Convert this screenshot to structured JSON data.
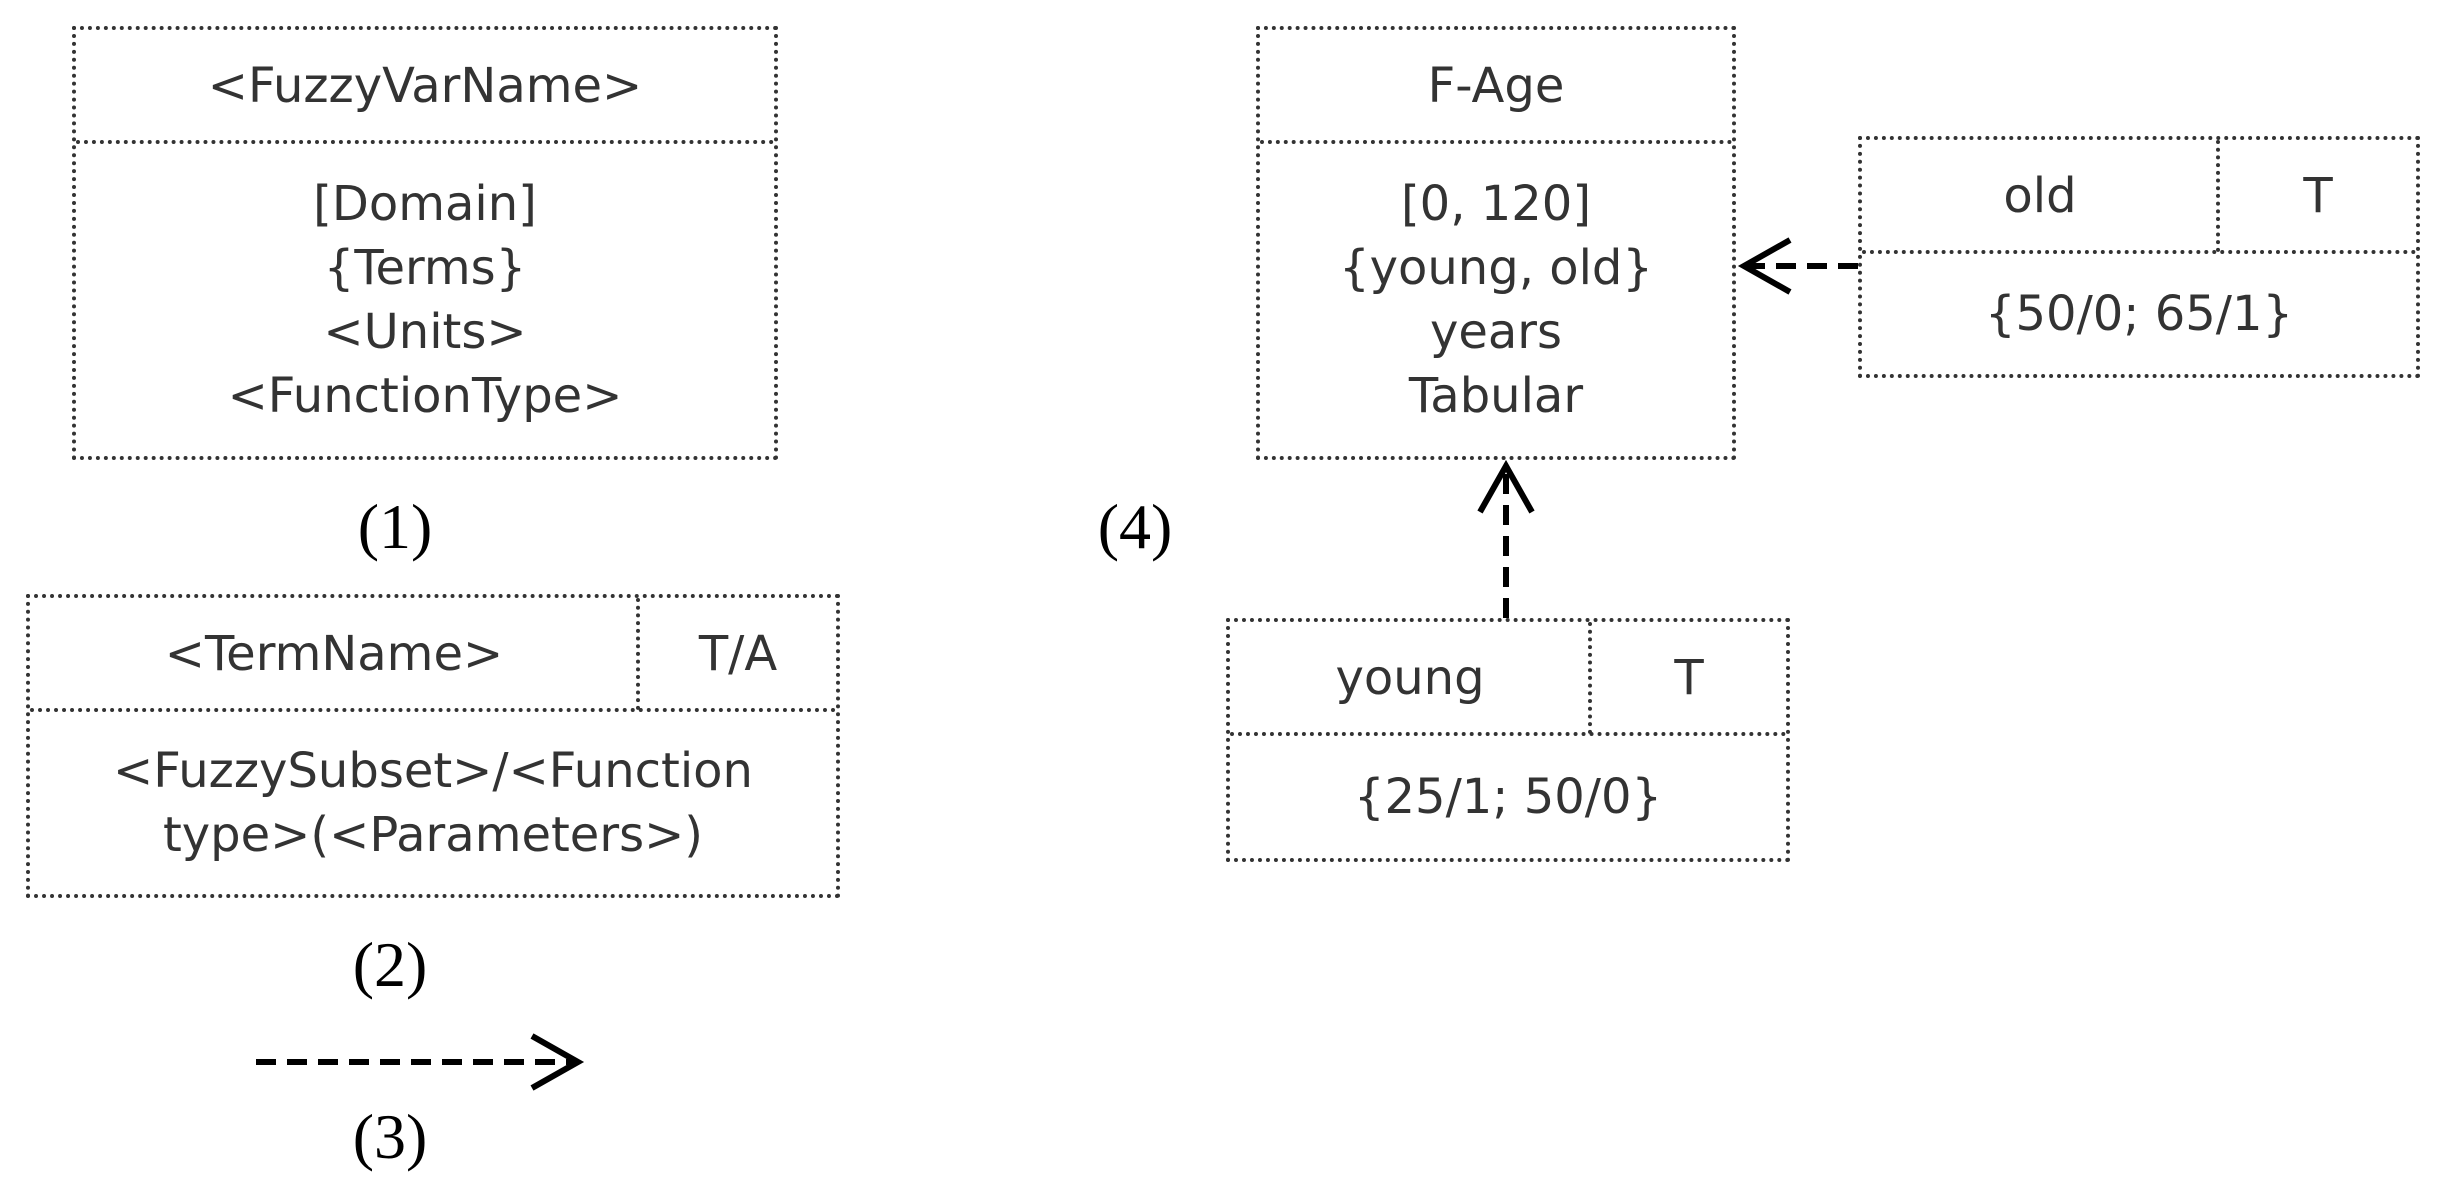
{
  "legend": {
    "var_box": {
      "name": "<FuzzyVarName>",
      "domain": "[Domain]",
      "terms": "{Terms}",
      "units": "<Units>",
      "function_type": "<FunctionType>",
      "caption": "(1)"
    },
    "term_box": {
      "name": "<TermName>",
      "type": "T/A",
      "definition_line1": "<FuzzySubset>/<Function",
      "definition_line2": "type>(<Parameters>)",
      "caption": "(2)"
    },
    "arrow": {
      "caption": "(3)"
    }
  },
  "example": {
    "caption": "(4)",
    "variable": {
      "name": "F-Age",
      "domain": "[0, 120]",
      "terms": "{young, old}",
      "units": "years",
      "function_type": "Tabular"
    },
    "term_old": {
      "name": "old",
      "type": "T",
      "subset": "{50/0; 65/1}"
    },
    "term_young": {
      "name": "young",
      "type": "T",
      "subset": "{25/1; 50/0}"
    }
  }
}
